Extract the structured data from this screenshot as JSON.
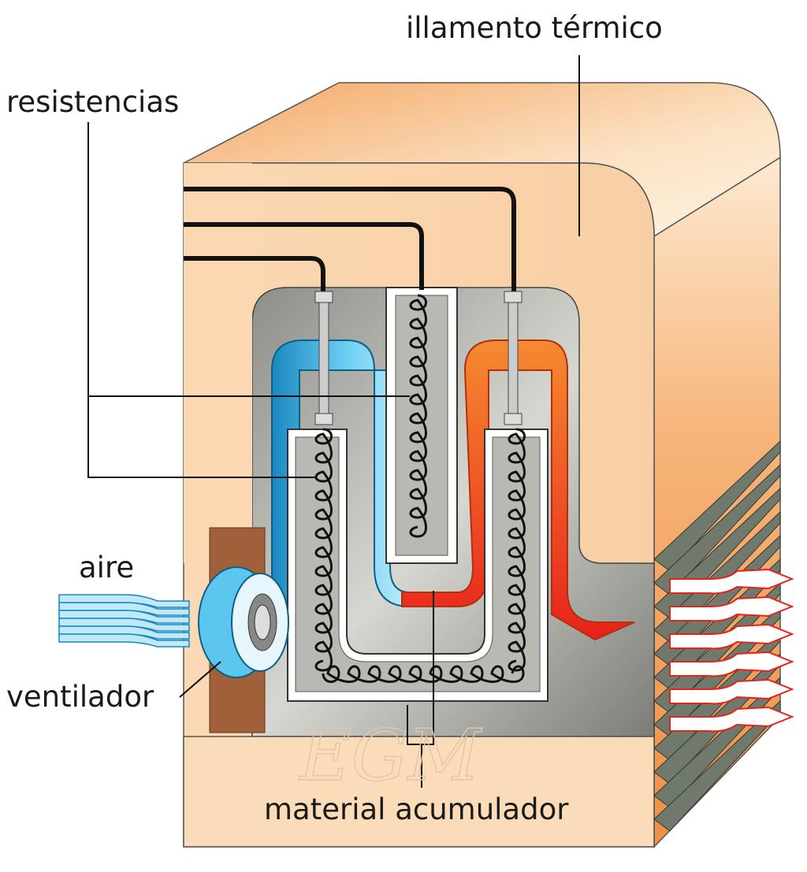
{
  "labels": {
    "insulation": "illamento térmico",
    "resistors": "resistencias",
    "air": "aire",
    "fan": "ventilador",
    "storage_material": "material acumulador"
  },
  "watermark": "EGM",
  "colors": {
    "insulation": "#f7c99a",
    "insulation_dark": "#ef9a55",
    "cavity": "#9a9a94",
    "cold_air": "#4fc3ec",
    "hot_air": "#f07020",
    "hot_outlet": "#e8221a",
    "wire": "#1a1a1a",
    "wood": "#a0603a"
  }
}
